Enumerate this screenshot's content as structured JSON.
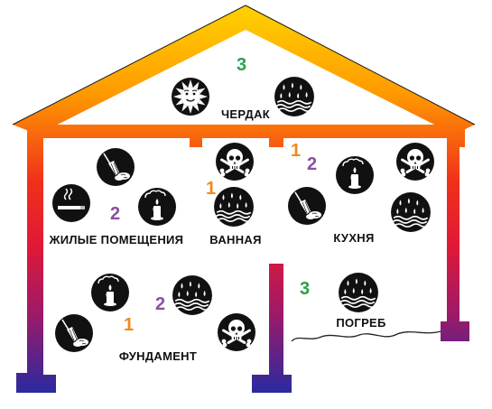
{
  "rooms": {
    "attic": {
      "label": "ЧЕРДАК",
      "number": "3"
    },
    "living": {
      "label": "ЖИЛЫЕ ПОМЕЩЕНИЯ",
      "number": "2"
    },
    "bathroom": {
      "label": "ВАННАЯ",
      "number": "1"
    },
    "kitchen": {
      "label": "КУХНЯ",
      "number_1": "1",
      "number_2": "2"
    },
    "foundation": {
      "label": "ФУНДАМЕНТ",
      "number_1": "1",
      "number_2": "2"
    },
    "cellar": {
      "label": "ПОГРЕБ",
      "number": "3"
    }
  },
  "colors": {
    "gradient_top": "#ffb000",
    "gradient_mid": "#e8231e",
    "gradient_low": "#b0124e",
    "gradient_bottom": "#2a2a9a",
    "number_1": "#f08a1a",
    "number_2": "#8a4fa0",
    "number_3": "#2aa04a",
    "icon_bg": "#111111"
  },
  "icon_types": [
    "sun-icon",
    "rain-flood-icon",
    "skull-icon",
    "smoke-cigarette-icon",
    "broom-dust-icon",
    "candle-cloud-icon"
  ]
}
